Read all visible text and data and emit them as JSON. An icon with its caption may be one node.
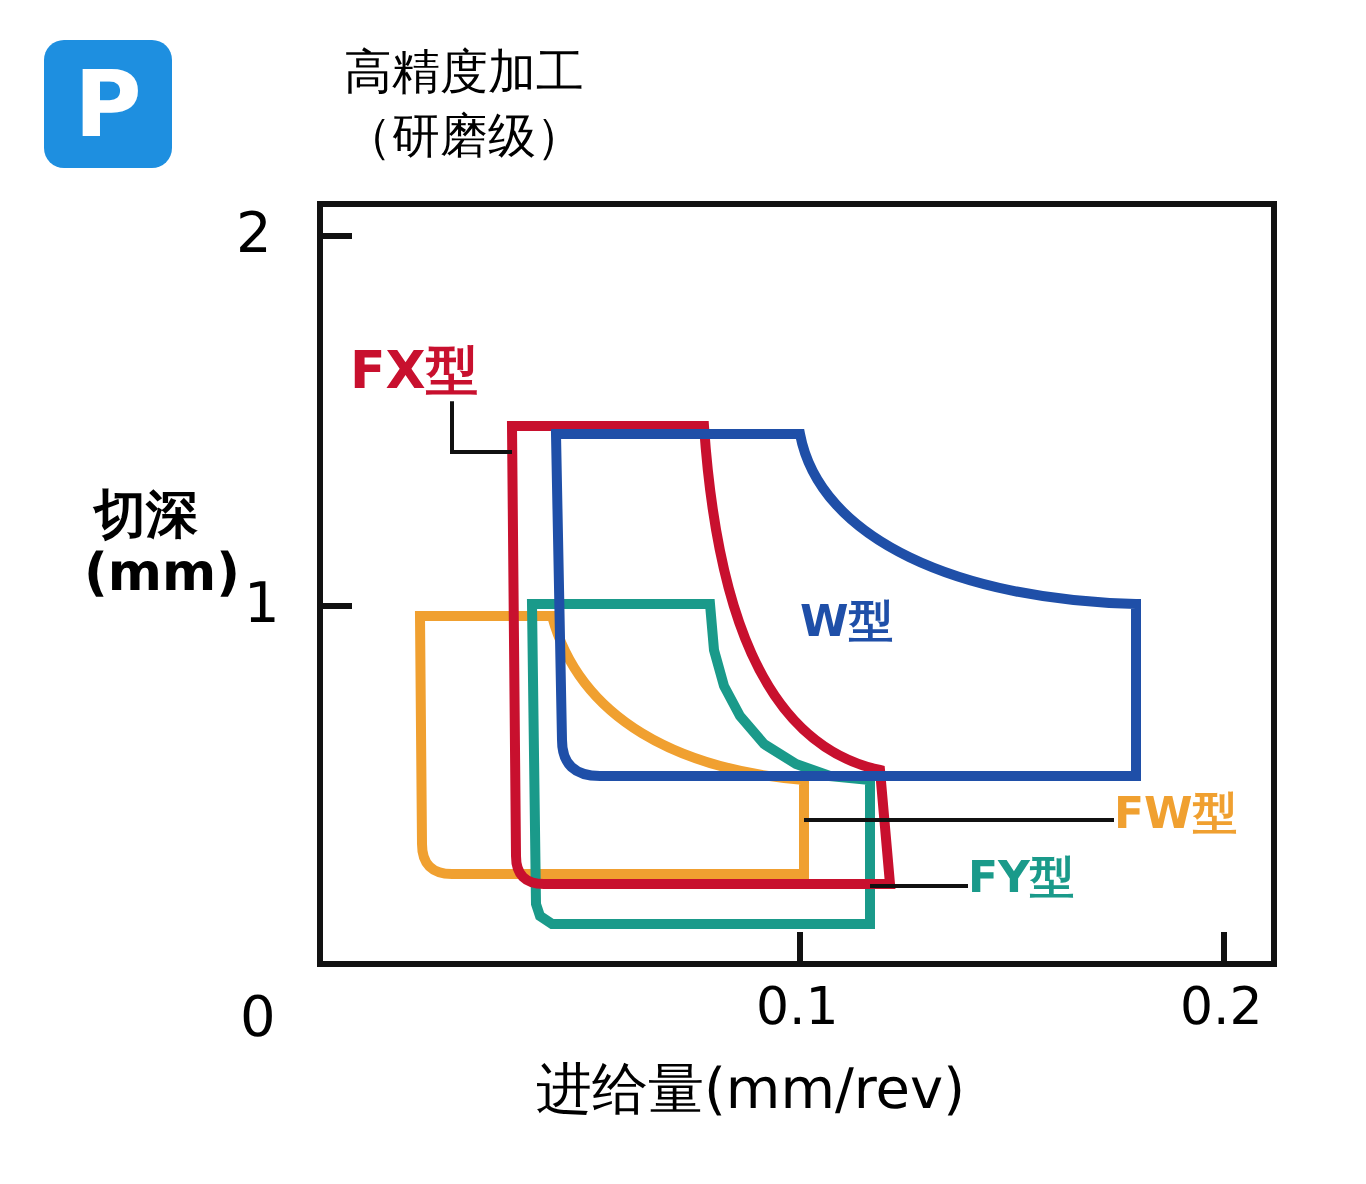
{
  "diagram": {
    "title": "高精度加工（研磨级）",
    "nodes": [
      {
        "text": [
          "P"
        ]
      },
      {
        "text": [
          "FX型"
        ]
      },
      {
        "text": [],
        "shape": "box"
      },
      {
        "text": [
          "W型"
        ]
      },
      {
        "text": [],
        "shape": "box"
      },
      {
        "text": [
          "FW型"
        ]
      },
      {
        "text": [],
        "shape": "box"
      },
      {
        "text": [
          "FY型"
        ]
      }
    ],
    "edges": [
      {
        "from": 1,
        "to": 2,
        "arrow": "none"
      },
      {
        "from": 5,
        "to": 4,
        "arrow": "none"
      },
      {
        "from": 7,
        "to": 6,
        "arrow": "none"
      }
    ],
    "labels": [
      "2",
      "切深(mm)",
      "1",
      "0",
      "0.1",
      "0.2",
      "进给量(mm/rev)"
    ]
  }
}
